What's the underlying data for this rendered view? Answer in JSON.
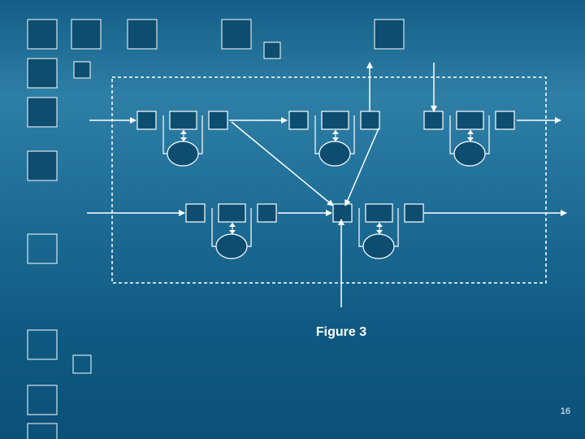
{
  "slide": {
    "caption": "Figure 3",
    "page_number": "16"
  },
  "colors": {
    "background_top": "#135e86",
    "background_band": "#2e7fa6",
    "background_bottom": "#0b5179",
    "ink": "#ffffff"
  },
  "diagram": {
    "stages": 5,
    "labels": []
  }
}
